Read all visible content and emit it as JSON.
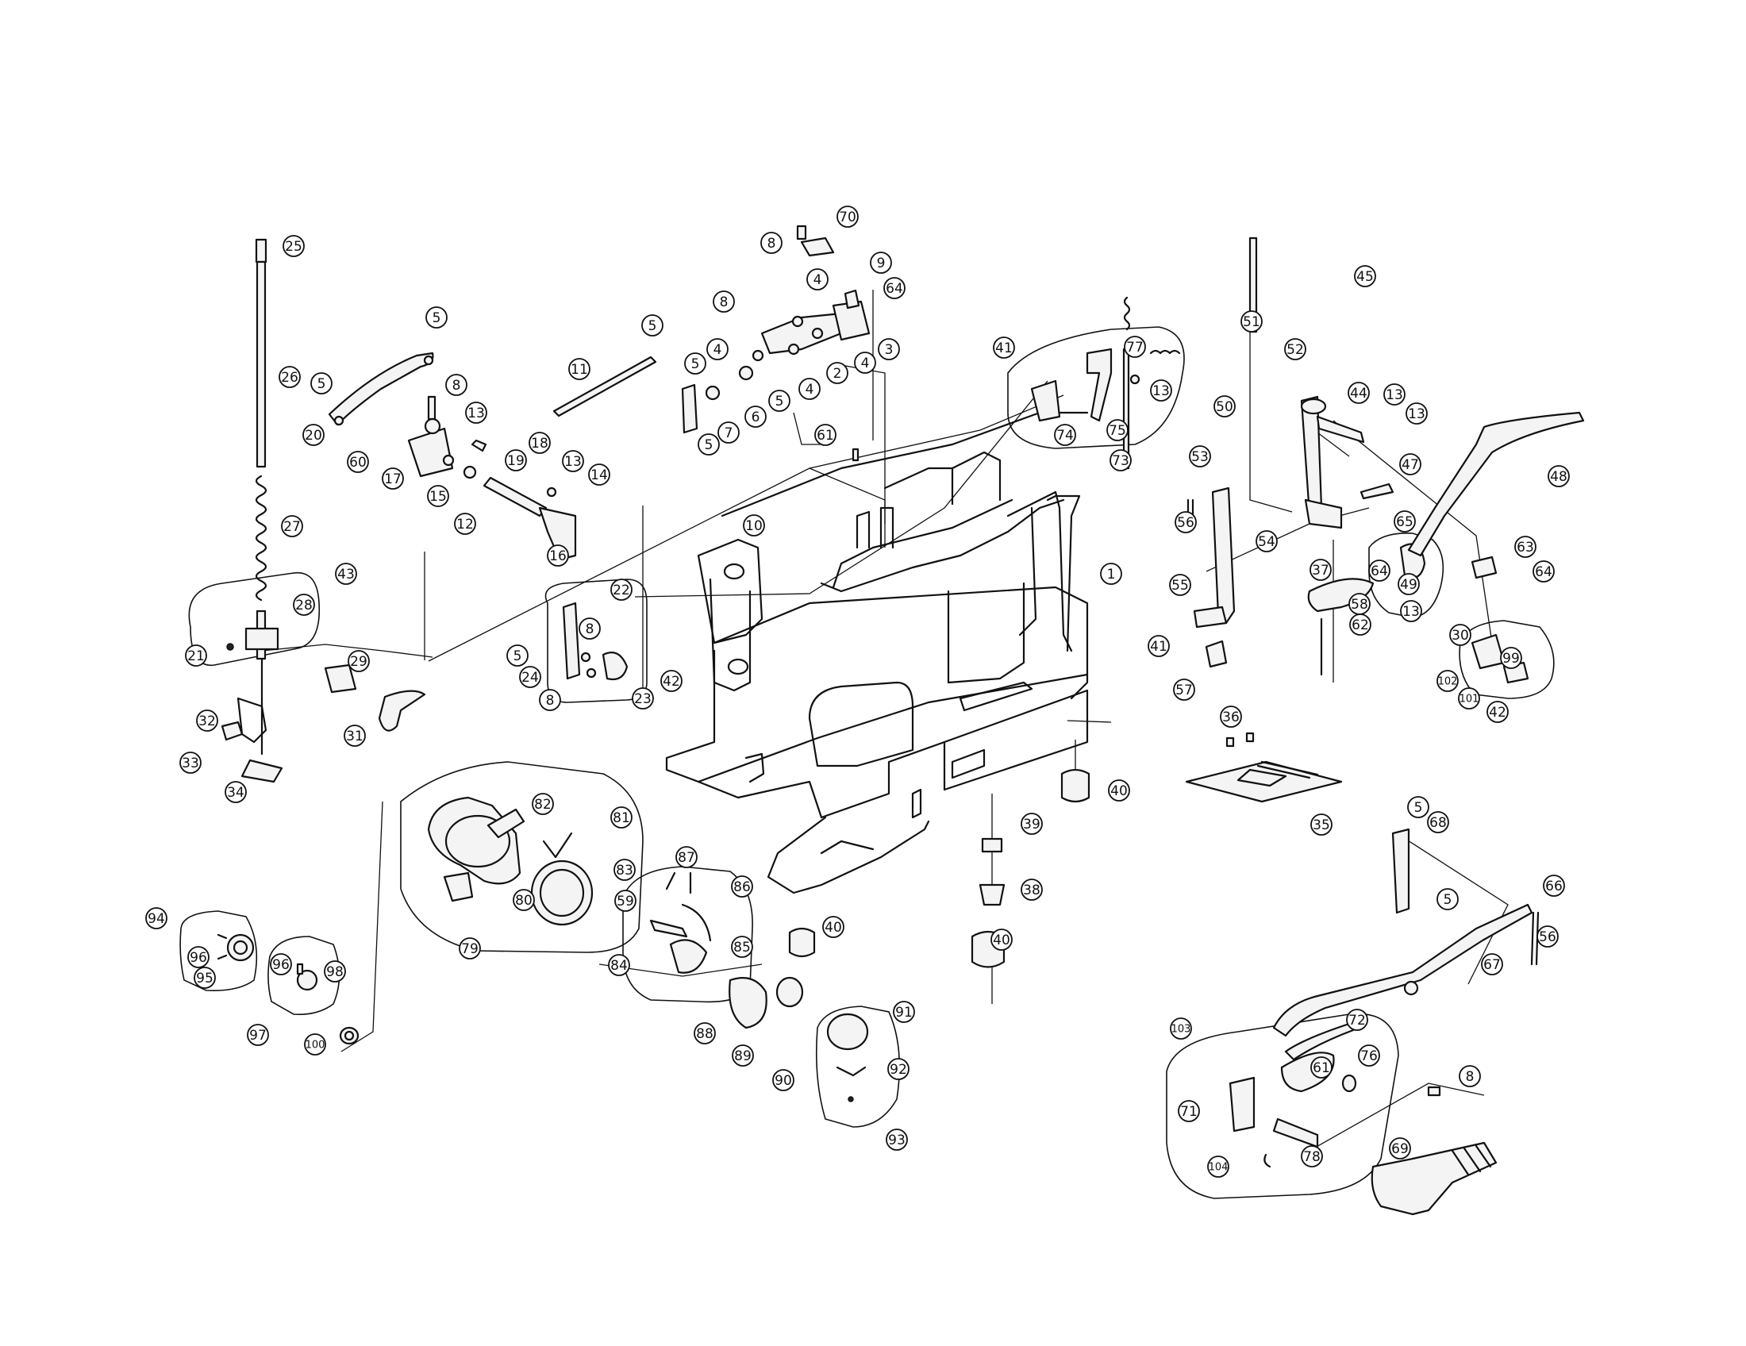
{
  "diagram": {
    "callouts": [
      {
        "label": "25"
      },
      {
        "label": "26"
      },
      {
        "label": "27"
      },
      {
        "label": "28"
      },
      {
        "label": "43"
      },
      {
        "label": "21"
      },
      {
        "label": "29"
      },
      {
        "label": "31"
      },
      {
        "label": "32"
      },
      {
        "label": "33"
      },
      {
        "label": "34"
      },
      {
        "label": "5"
      },
      {
        "label": "5"
      },
      {
        "label": "20"
      },
      {
        "label": "8"
      },
      {
        "label": "13"
      },
      {
        "label": "18"
      },
      {
        "label": "19"
      },
      {
        "label": "60"
      },
      {
        "label": "17"
      },
      {
        "label": "15"
      },
      {
        "label": "12"
      },
      {
        "label": "13"
      },
      {
        "label": "14"
      },
      {
        "label": "16"
      },
      {
        "label": "11"
      },
      {
        "label": "5"
      },
      {
        "label": "8"
      },
      {
        "label": "70"
      },
      {
        "label": "4"
      },
      {
        "label": "9"
      },
      {
        "label": "64"
      },
      {
        "label": "8"
      },
      {
        "label": "4"
      },
      {
        "label": "3"
      },
      {
        "label": "5"
      },
      {
        "label": "4"
      },
      {
        "label": "2"
      },
      {
        "label": "4"
      },
      {
        "label": "5"
      },
      {
        "label": "6"
      },
      {
        "label": "7"
      },
      {
        "label": "5"
      },
      {
        "label": "61"
      },
      {
        "label": "10"
      },
      {
        "label": "41"
      },
      {
        "label": "77"
      },
      {
        "label": "13"
      },
      {
        "label": "74"
      },
      {
        "label": "75"
      },
      {
        "label": "73"
      },
      {
        "label": "1"
      },
      {
        "label": "41"
      },
      {
        "label": "22"
      },
      {
        "label": "8"
      },
      {
        "label": "5"
      },
      {
        "label": "24"
      },
      {
        "label": "8"
      },
      {
        "label": "23"
      },
      {
        "label": "42"
      },
      {
        "label": "51"
      },
      {
        "label": "52"
      },
      {
        "label": "50"
      },
      {
        "label": "53"
      },
      {
        "label": "45"
      },
      {
        "label": "44"
      },
      {
        "label": "13"
      },
      {
        "label": "13"
      },
      {
        "label": "47"
      },
      {
        "label": "48"
      },
      {
        "label": "56"
      },
      {
        "label": "65"
      },
      {
        "label": "54"
      },
      {
        "label": "37"
      },
      {
        "label": "64"
      },
      {
        "label": "49"
      },
      {
        "label": "63"
      },
      {
        "label": "64"
      },
      {
        "label": "55"
      },
      {
        "label": "13"
      },
      {
        "label": "30"
      },
      {
        "label": "58"
      },
      {
        "label": "62"
      },
      {
        "label": "57"
      },
      {
        "label": "99"
      },
      {
        "label": "102"
      },
      {
        "label": "101"
      },
      {
        "label": "42"
      },
      {
        "label": "36"
      },
      {
        "label": "35"
      },
      {
        "label": "40"
      },
      {
        "label": "39"
      },
      {
        "label": "38"
      },
      {
        "label": "40"
      },
      {
        "label": "40"
      },
      {
        "label": "82"
      },
      {
        "label": "81"
      },
      {
        "label": "83"
      },
      {
        "label": "80"
      },
      {
        "label": "79"
      },
      {
        "label": "87"
      },
      {
        "label": "86"
      },
      {
        "label": "59"
      },
      {
        "label": "85"
      },
      {
        "label": "84"
      },
      {
        "label": "88"
      },
      {
        "label": "89"
      },
      {
        "label": "91"
      },
      {
        "label": "90"
      },
      {
        "label": "92"
      },
      {
        "label": "93"
      },
      {
        "label": "94"
      },
      {
        "label": "96"
      },
      {
        "label": "95"
      },
      {
        "label": "96"
      },
      {
        "label": "98"
      },
      {
        "label": "97"
      },
      {
        "label": "100"
      },
      {
        "label": "5"
      },
      {
        "label": "68"
      },
      {
        "label": "5"
      },
      {
        "label": "66"
      },
      {
        "label": "56"
      },
      {
        "label": "67"
      },
      {
        "label": "103"
      },
      {
        "label": "72"
      },
      {
        "label": "61"
      },
      {
        "label": "76"
      },
      {
        "label": "8"
      },
      {
        "label": "71"
      },
      {
        "label": "104"
      },
      {
        "label": "78"
      },
      {
        "label": "69"
      }
    ]
  }
}
